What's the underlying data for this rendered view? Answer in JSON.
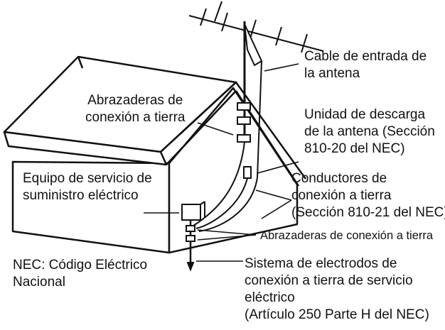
{
  "labels": {
    "antenna_lead_in": [
      "Cable de entrada de",
      "la antena"
    ],
    "ground_clamps_top": [
      "Abrazaderas de",
      "conexión a tierra"
    ],
    "discharge_unit": [
      "Unidad de descarga",
      "de la antena (Sección",
      "810-20 del NEC)"
    ],
    "service_equipment": [
      "Equipo de servicio de",
      "suministro eléctrico"
    ],
    "grounding_conductors": [
      "Conductores de",
      "conexión a tierra",
      "(Sección 810-21 del NEC)"
    ],
    "ground_clamps_bottom": "Abrazaderas de conexión a tierra",
    "nec_legend": [
      "NEC: Código Eléctrico",
      "Nacional"
    ],
    "electrode_system": [
      "Sistema de electrodos de",
      "conexión a tierra de servicio",
      "eléctrico",
      "(Artículo 250 Parte H del NEC)"
    ]
  },
  "colors": {
    "ink": "#111111",
    "roof_fill": "#ffffff"
  }
}
